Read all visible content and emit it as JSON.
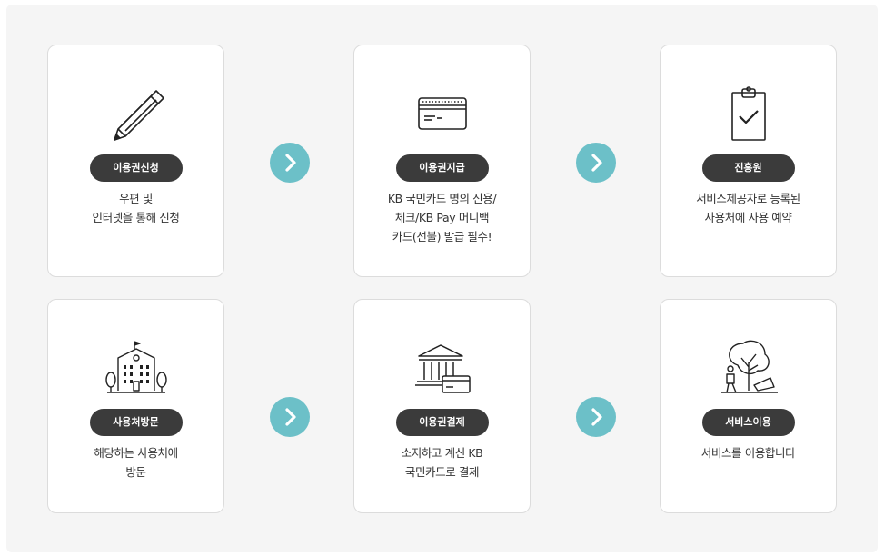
{
  "steps": [
    {
      "label": "이용권신청",
      "desc": [
        "우편 및",
        "인터넷을 통해 신청"
      ],
      "icon": "pencil-icon"
    },
    {
      "label": "이용권지급",
      "desc": [
        "KB 국민카드 명의 신용/",
        "체크/KB Pay 머니백",
        "카드(선불) 발급 필수!"
      ],
      "icon": "card-icon"
    },
    {
      "label": "진흥원",
      "desc": [
        "서비스제공자로 등록된",
        "사용처에 사용 예약"
      ],
      "icon": "clipboard-check-icon"
    },
    {
      "label": "사용처방문",
      "desc": [
        "해당하는 사용처에",
        "방문"
      ],
      "icon": "school-building-icon"
    },
    {
      "label": "이용권결제",
      "desc": [
        "소지하고 계신 KB",
        "국민카드로 결제"
      ],
      "icon": "bank-card-icon"
    },
    {
      "label": "서비스이용",
      "desc": [
        "서비스를 이용합니다"
      ],
      "icon": "park-bench-icon"
    }
  ],
  "colors": {
    "pill": "#3b3b3b",
    "arrow": "#6cc0c8",
    "panel": "#f5f5f5"
  }
}
